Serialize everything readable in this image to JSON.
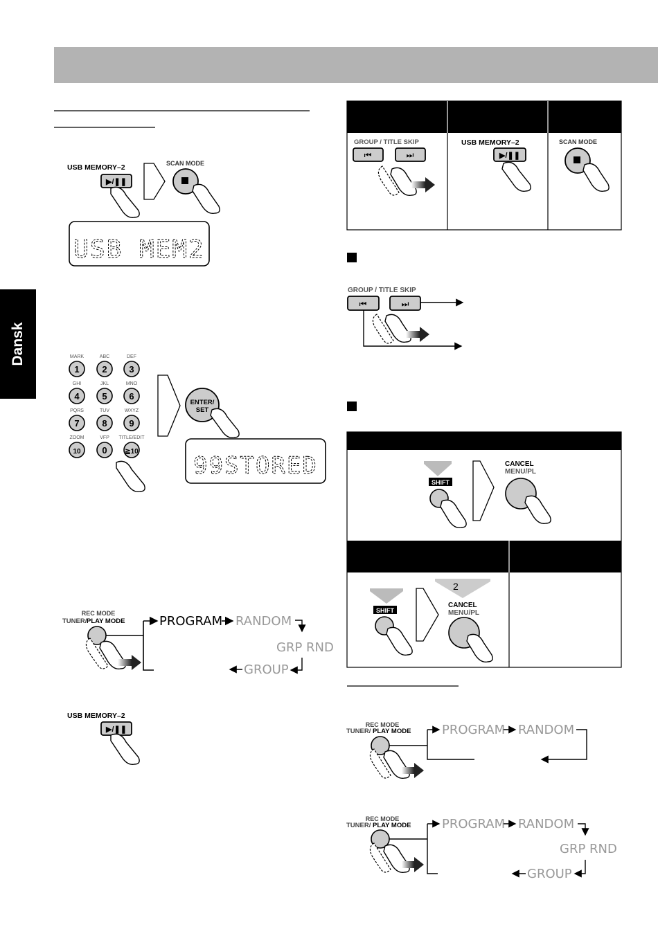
{
  "side_tab": "Dansk",
  "buttons": {
    "usb_memory_2": "USB MEMORY–2",
    "scan_mode": "SCAN MODE",
    "group_title_skip": "GROUP / TITLE SKIP",
    "enter_set_line1": "ENTER/",
    "enter_set_line2": "SET",
    "shift": "SHIFT",
    "cancel": "CANCEL",
    "menu_pl": "MENU/PL",
    "rec_mode": "REC MODE",
    "tuner": "TUNER/",
    "play_mode": "PLAY MODE",
    "play_pause": "▶/❚❚",
    "prev": "⏮",
    "next": "⏭",
    "stop": "■"
  },
  "displays": {
    "usb_mem2": "USB MEM2",
    "stored": "99STORED"
  },
  "keypad": [
    {
      "letters": "MARK",
      "num": "1"
    },
    {
      "letters": "ABC",
      "num": "2"
    },
    {
      "letters": "DEF",
      "num": "3"
    },
    {
      "letters": "GHI",
      "num": "4"
    },
    {
      "letters": "JKL",
      "num": "5"
    },
    {
      "letters": "MNO",
      "num": "6"
    },
    {
      "letters": "PQRS",
      "num": "7"
    },
    {
      "letters": "TUV",
      "num": "8"
    },
    {
      "letters": "WXYZ",
      "num": "9"
    },
    {
      "letters": "ZOOM",
      "num": "10"
    },
    {
      "letters": "VFP",
      "num": "0"
    },
    {
      "letters": "TITLE/EDIT",
      "num": "≧10"
    }
  ],
  "flow": {
    "program": "PROGRAM",
    "random": "RANDOM",
    "grp_rnd": "GRP RND",
    "group": "GROUP"
  },
  "press_count": "2"
}
